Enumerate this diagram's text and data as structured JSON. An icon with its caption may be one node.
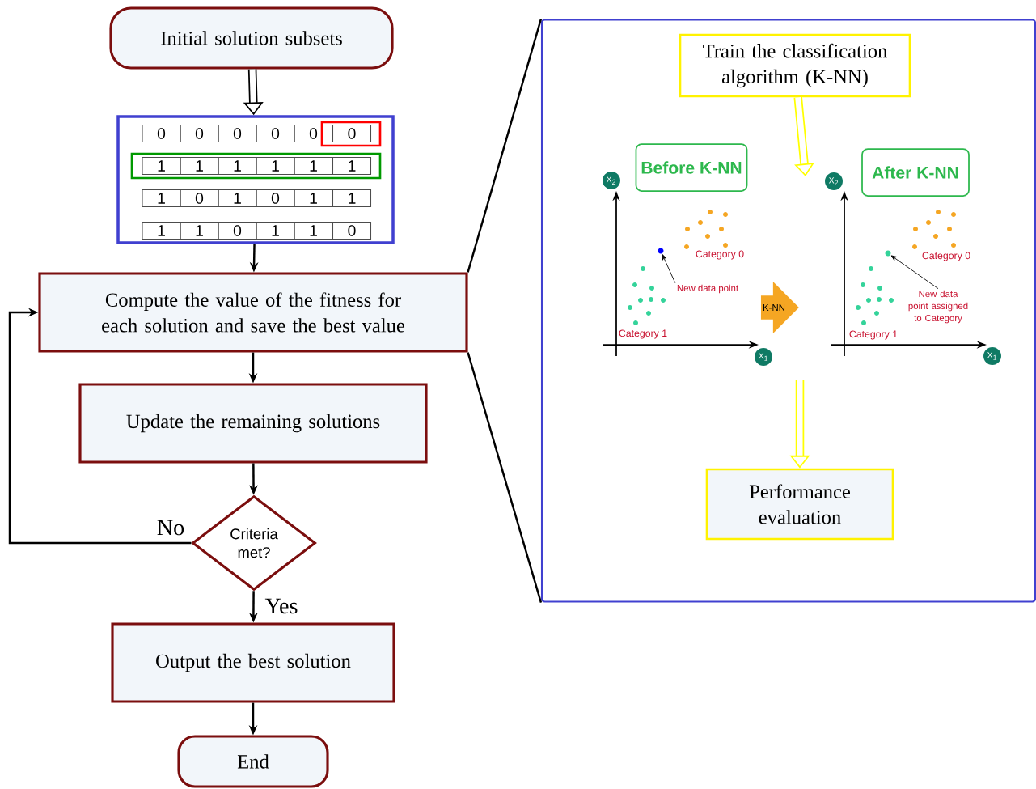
{
  "diagram": {
    "nodes": [
      {
        "text": [
          "Initial solution subsets"
        ]
      },
      {
        "text": [],
        "shape": "box"
      },
      {
        "text": [
          "Compute the value of the fitness for each solution and save the best value"
        ]
      },
      {
        "text": [
          "Update the remaining solutions"
        ]
      },
      {
        "text": [
          "Criteria met?"
        ]
      },
      {
        "text": [
          "Output the best solution"
        ]
      },
      {
        "text": [
          "End"
        ]
      },
      {
        "text": [],
        "shape": "box"
      },
      {
        "text": [
          "Train the classification algorithm (K-NN)"
        ],
        "in": 7
      },
      {
        "text": [
          "Before K-NN"
        ],
        "in": 7
      },
      {
        "text": [
          "After K-NN"
        ],
        "in": 7
      },
      {
        "text": [
          "K-NN"
        ],
        "in": 7
      },
      {
        "text": [
          "Performance evaluation"
        ],
        "in": 7
      },
      {
        "text": [
          "X$_{2}$"
        ],
        "in": 7
      },
      {
        "text": [
          "X$_{1}$"
        ],
        "in": 7
      },
      {
        "text": [
          "New data point"
        ],
        "in": 7
      },
      {
        "text": [],
        "shape": "circle",
        "in": 7
      },
      {
        "text": [
          "X$_{2}$"
        ],
        "in": 7
      },
      {
        "text": [
          "X$_{1}$"
        ],
        "in": 7
      },
      {
        "text": [
          "New data point assigned to Category"
        ],
        "in": 7
      },
      {
        "text": [],
        "shape": "circle",
        "in": 7
      }
    ],
    "edges": [
      {
        "from": 0,
        "to": 1,
        "arrow": "to",
        "style": "thick"
      },
      {
        "from": 1,
        "to": 2,
        "arrow": "to"
      },
      {
        "from": 2,
        "to": 3,
        "arrow": "to"
      },
      {
        "from": 3,
        "to": 4,
        "arrow": "to"
      },
      {
        "from": 4,
        "to": 2,
        "arrow": "to",
        "label": "No"
      },
      {
        "from": 4,
        "to": 5,
        "arrow": "to",
        "label": "Yes"
      },
      {
        "from": 5,
        "to": 6,
        "arrow": "to"
      },
      {
        "from": 2,
        "to": 7,
        "arrow": "none"
      },
      {
        "from": 2,
        "to": 7,
        "arrow": "none"
      },
      {
        "from": 8,
        "to": null,
        "arrow": "to",
        "style": "thick",
        "color": "#ffff00"
      },
      {
        "from": null,
        "to": 12,
        "arrow": "to",
        "style": "thick",
        "color": "#ffff00"
      },
      {
        "from": 15,
        "to": 16,
        "arrow": "to"
      },
      {
        "from": 19,
        "to": 20,
        "arrow": "to"
      }
    ],
    "labels": [
      "0",
      "0",
      "0",
      "0",
      "0",
      "0",
      "1",
      "1",
      "1",
      "1",
      "1",
      "1",
      "1",
      "0",
      "1",
      "0",
      "1",
      "1",
      "1",
      "1",
      "0",
      "1",
      "1",
      "0",
      "Category 0",
      "Category 1",
      "Category 0",
      "Category 1"
    ]
  }
}
